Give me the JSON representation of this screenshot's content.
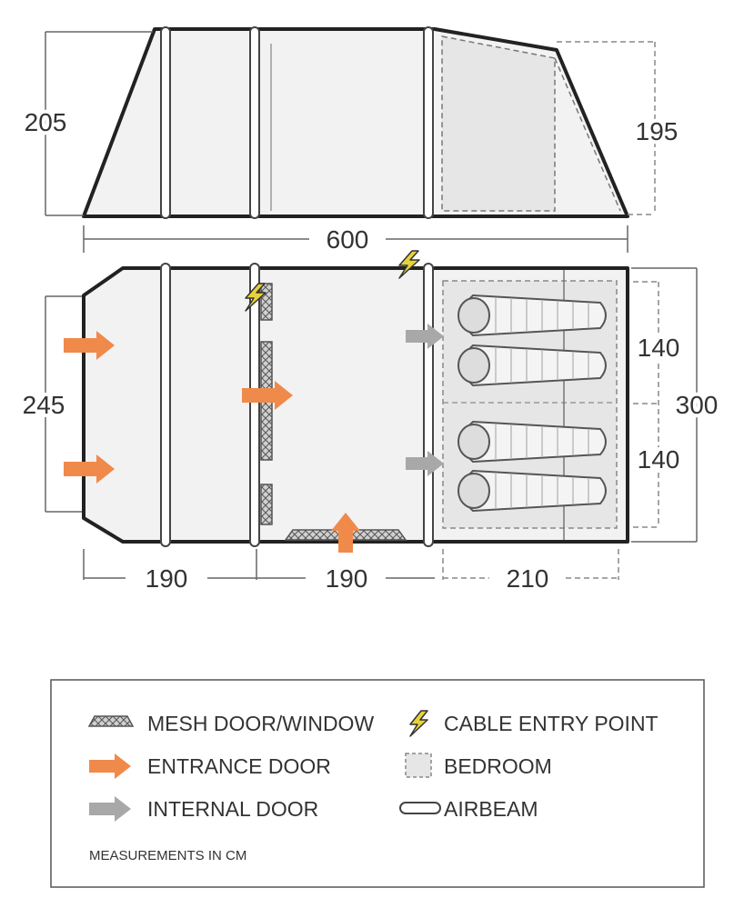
{
  "side_view": {
    "height_left": "205",
    "height_right": "195",
    "length": "600"
  },
  "floor_plan": {
    "width_left": "245",
    "width_total": "300",
    "bedroom_top": "140",
    "bedroom_bottom": "140",
    "section_1": "190",
    "section_2": "190",
    "section_3": "210"
  },
  "legend": {
    "mesh": "MESH DOOR/WINDOW",
    "cable": "CABLE ENTRY POINT",
    "entrance": "ENTRANCE DOOR",
    "bedroom": "BEDROOM",
    "internal": "INTERNAL DOOR",
    "airbeam": "AIRBEAM",
    "note": "MEASUREMENTS IN CM"
  },
  "colors": {
    "outline": "#222222",
    "fill": "#f2f2f2",
    "bedroom": "#e6e6e6",
    "entrance_arrow": "#f08a4b",
    "internal_arrow": "#a8a8a8",
    "cable": "#e8d23a",
    "dimension": "#555555"
  }
}
